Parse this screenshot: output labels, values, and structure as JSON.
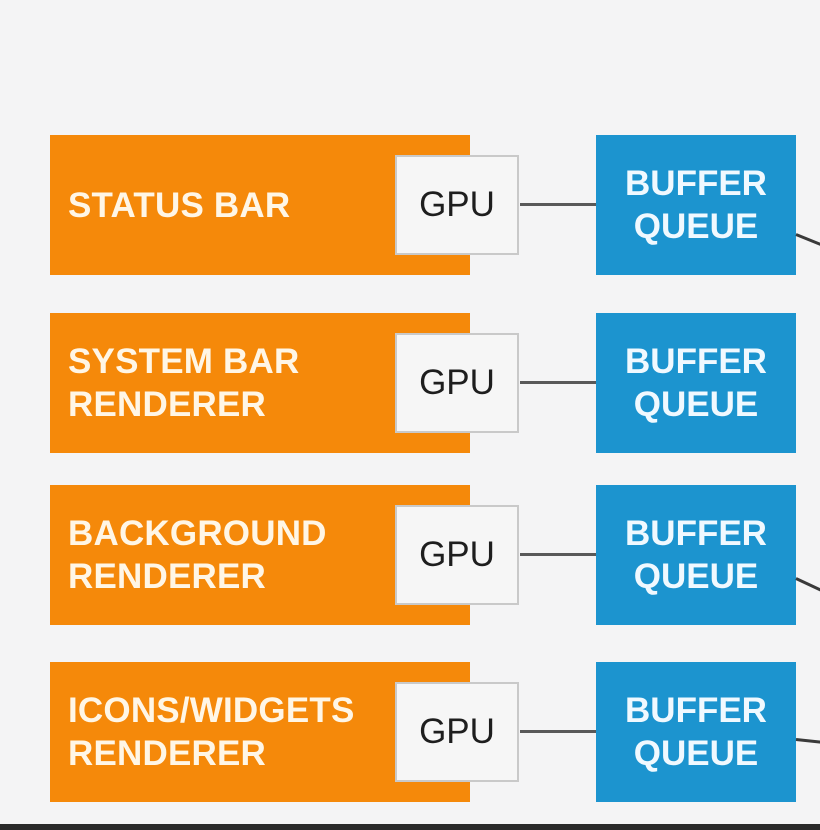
{
  "colors": {
    "renderer": "#f5890a",
    "gpu": "#f6f6f6",
    "buffer_queue": "#1c94cf",
    "connector": "#595959",
    "background": "#f4f4f5"
  },
  "rows": [
    {
      "renderer": "STATUS BAR",
      "gpu": "GPU",
      "buffer": "BUFFER\nQUEUE"
    },
    {
      "renderer": "SYSTEM BAR\nRENDERER",
      "gpu": "GPU",
      "buffer": "BUFFER\nQUEUE"
    },
    {
      "renderer": "BACKGROUND\nRENDERER",
      "gpu": "GPU",
      "buffer": "BUFFER\nQUEUE"
    },
    {
      "renderer": "ICONS/WIDGETS\nRENDERER",
      "gpu": "GPU",
      "buffer": "BUFFER\nQUEUE"
    }
  ]
}
